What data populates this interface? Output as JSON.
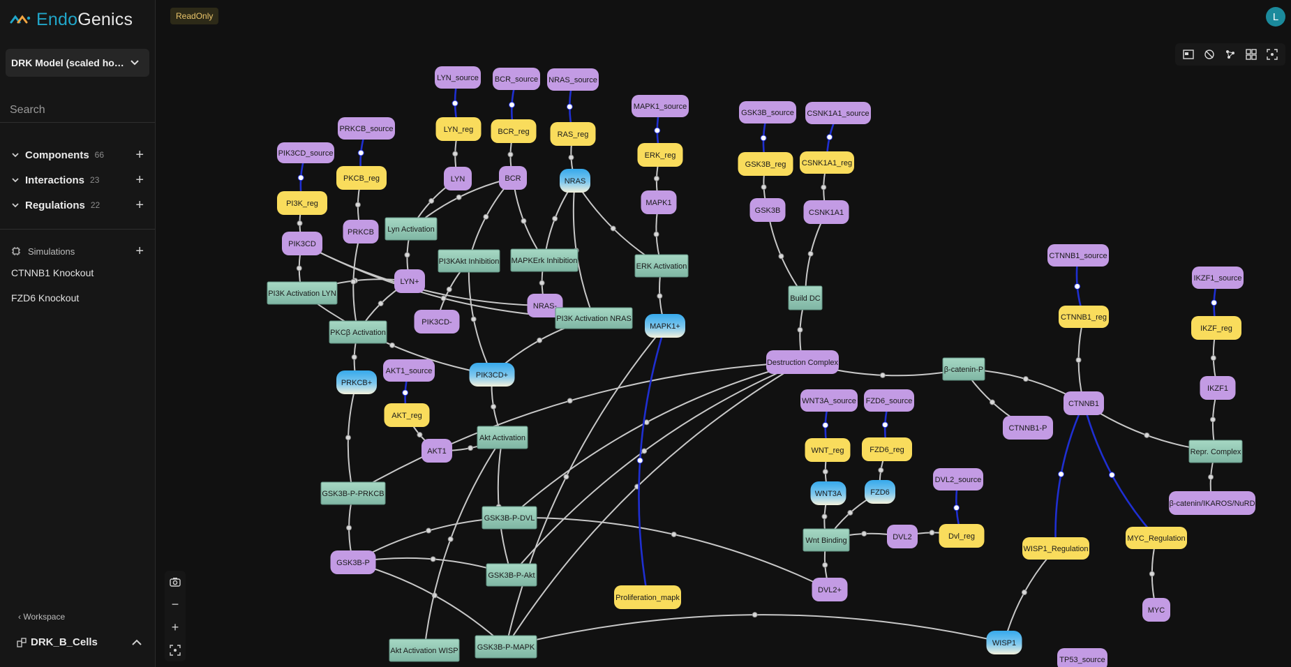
{
  "app": {
    "name_part1": "Endo",
    "name_part2": "Genics"
  },
  "model": {
    "selected": "DRK Model (scaled hours)"
  },
  "search": {
    "placeholder": "Search"
  },
  "sections": [
    {
      "label": "Components",
      "count": "66"
    },
    {
      "label": "Interactions",
      "count": "23"
    },
    {
      "label": "Regulations",
      "count": "22"
    }
  ],
  "simulations": {
    "label": "Simulations",
    "items": [
      "CTNNB1 Knockout",
      "FZD6 Knockout"
    ]
  },
  "workspace": {
    "back_label": "Workspace",
    "name": "DRK_B_Cells"
  },
  "topbar": {
    "badge": "ReadOnly",
    "avatar": "L"
  },
  "colors": {
    "accent": "#21a6c9",
    "source": "#c39be4",
    "species": "#c39be4",
    "regulator": "#f9dc5c",
    "interaction": "#8fc6b0",
    "active": "#4fb3e8",
    "edge": "#c8c8c8",
    "regulation_edge": "#1f2fd1"
  },
  "graph": {
    "nodes": [
      {
        "id": "LYN_source",
        "label": "LYN_source",
        "kind": "source"
      },
      {
        "id": "BCR_source",
        "label": "BCR_source",
        "kind": "source"
      },
      {
        "id": "NRAS_source",
        "label": "NRAS_source",
        "kind": "source"
      },
      {
        "id": "MAPK1_source",
        "label": "MAPK1_source",
        "kind": "source"
      },
      {
        "id": "GSK3B_source",
        "label": "GSK3B_source",
        "kind": "source"
      },
      {
        "id": "CSNK1A1_source",
        "label": "CSNK1A1_source",
        "kind": "source"
      },
      {
        "id": "PRKCB_source",
        "label": "PRKCB_source",
        "kind": "source"
      },
      {
        "id": "PIK3CD_source",
        "label": "PIK3CD_source",
        "kind": "source"
      },
      {
        "id": "LYN_reg",
        "label": "LYN_reg",
        "kind": "regulator"
      },
      {
        "id": "BCR_reg",
        "label": "BCR_reg",
        "kind": "regulator"
      },
      {
        "id": "RAS_reg",
        "label": "RAS_reg",
        "kind": "regulator"
      },
      {
        "id": "ERK_reg",
        "label": "ERK_reg",
        "kind": "regulator"
      },
      {
        "id": "GSK3B_reg",
        "label": "GSK3B_reg",
        "kind": "regulator"
      },
      {
        "id": "CSNK1A1_reg",
        "label": "CSNK1A1_reg",
        "kind": "regulator"
      },
      {
        "id": "PKCB_reg",
        "label": "PKCB_reg",
        "kind": "regulator"
      },
      {
        "id": "PI3K_reg",
        "label": "PI3K_reg",
        "kind": "regulator"
      },
      {
        "id": "LYN",
        "label": "LYN",
        "kind": "species"
      },
      {
        "id": "BCR",
        "label": "BCR",
        "kind": "species"
      },
      {
        "id": "NRAS",
        "label": "NRAS",
        "kind": "active"
      },
      {
        "id": "MAPK1",
        "label": "MAPK1",
        "kind": "species"
      },
      {
        "id": "GSK3B",
        "label": "GSK3B",
        "kind": "species"
      },
      {
        "id": "CSNK1A1",
        "label": "CSNK1A1",
        "kind": "species"
      },
      {
        "id": "PRKCB",
        "label": "PRKCB",
        "kind": "species"
      },
      {
        "id": "PIK3CD",
        "label": "PIK3CD",
        "kind": "species"
      },
      {
        "id": "Lyn_Activation",
        "label": "Lyn Activation",
        "kind": "interaction"
      },
      {
        "id": "PI3KAkt_Inhibition",
        "label": "PI3KAkt Inhibition",
        "kind": "interaction"
      },
      {
        "id": "MAPKErk_Inhibition",
        "label": "MAPKErk Inhibition",
        "kind": "interaction"
      },
      {
        "id": "ERK_Activation",
        "label": "ERK Activation",
        "kind": "interaction"
      },
      {
        "id": "Build_DC",
        "label": "Build DC",
        "kind": "interaction"
      },
      {
        "id": "PI3K_Activation_LYN",
        "label": "PI3K Activation LYN",
        "kind": "interaction"
      },
      {
        "id": "LYN+",
        "label": "LYN+",
        "kind": "species"
      },
      {
        "id": "NRAS-",
        "label": "NRAS-",
        "kind": "species"
      },
      {
        "id": "PI3K_Activation_NRAS",
        "label": "PI3K Activation NRAS",
        "kind": "interaction"
      },
      {
        "id": "PIK3CD-",
        "label": "PIK3CD-",
        "kind": "species"
      },
      {
        "id": "PKCb_Activation",
        "label": "PKCβ Activation",
        "kind": "interaction"
      },
      {
        "id": "MAPK1+",
        "label": "MAPK1+",
        "kind": "active"
      },
      {
        "id": "Destruction_Complex",
        "label": "Destruction Complex",
        "kind": "species"
      },
      {
        "id": "b-catenin-P",
        "label": "β-catenin-P",
        "kind": "interaction"
      },
      {
        "id": "CTNNB1_source",
        "label": "CTNNB1_source",
        "kind": "source"
      },
      {
        "id": "CTNNB1_reg",
        "label": "CTNNB1_reg",
        "kind": "regulator"
      },
      {
        "id": "IKZF1_source",
        "label": "IKZF1_source",
        "kind": "source"
      },
      {
        "id": "IKZF_reg",
        "label": "IKZF_reg",
        "kind": "regulator"
      },
      {
        "id": "PRKCB+",
        "label": "PRKCB+",
        "kind": "active"
      },
      {
        "id": "AKT1_source",
        "label": "AKT1_source",
        "kind": "source"
      },
      {
        "id": "PIK3CD+",
        "label": "PIK3CD+",
        "kind": "active"
      },
      {
        "id": "AKT_reg",
        "label": "AKT_reg",
        "kind": "regulator"
      },
      {
        "id": "AKT1",
        "label": "AKT1",
        "kind": "species"
      },
      {
        "id": "Akt_Activation",
        "label": "Akt Activation",
        "kind": "interaction"
      },
      {
        "id": "WNT3A_source",
        "label": "WNT3A_source",
        "kind": "source"
      },
      {
        "id": "FZD6_source",
        "label": "FZD6_source",
        "kind": "source"
      },
      {
        "id": "CTNNB1",
        "label": "CTNNB1",
        "kind": "species"
      },
      {
        "id": "CTNNB1-P",
        "label": "CTNNB1-P",
        "kind": "species"
      },
      {
        "id": "IKZF1",
        "label": "IKZF1",
        "kind": "species"
      },
      {
        "id": "Repr_Complex",
        "label": "Repr. Complex",
        "kind": "interaction"
      },
      {
        "id": "b-catenin_IKAROS_NuRD",
        "label": "β-catenin/IKAROS/NuRD",
        "kind": "species"
      },
      {
        "id": "WNT_reg",
        "label": "WNT_reg",
        "kind": "regulator"
      },
      {
        "id": "FZD6_reg",
        "label": "FZD6_reg",
        "kind": "regulator"
      },
      {
        "id": "WNT3A",
        "label": "WNT3A",
        "kind": "active"
      },
      {
        "id": "FZD6",
        "label": "FZD6",
        "kind": "active"
      },
      {
        "id": "DVL2_source",
        "label": "DVL2_source",
        "kind": "source"
      },
      {
        "id": "Dvl_reg",
        "label": "Dvl_reg",
        "kind": "regulator"
      },
      {
        "id": "DVL2",
        "label": "DVL2",
        "kind": "species"
      },
      {
        "id": "Wnt_Binding",
        "label": "Wnt Binding",
        "kind": "interaction"
      },
      {
        "id": "DVL2+",
        "label": "DVL2+",
        "kind": "species"
      },
      {
        "id": "GSK3B-P-PRKCB",
        "label": "GSK3B-P-PRKCB",
        "kind": "interaction"
      },
      {
        "id": "GSK3B-P-DVL",
        "label": "GSK3B-P-DVL",
        "kind": "interaction"
      },
      {
        "id": "GSK3B-P",
        "label": "GSK3B-P",
        "kind": "species"
      },
      {
        "id": "GSK3B-P-Akt",
        "label": "GSK3B-P-Akt",
        "kind": "interaction"
      },
      {
        "id": "Proliferation_mapk",
        "label": "Proliferation_mapk",
        "kind": "regulator"
      },
      {
        "id": "WISP1_Regulation",
        "label": "WISP1_Regulation",
        "kind": "regulator"
      },
      {
        "id": "MYC_Regulation",
        "label": "MYC_Regulation",
        "kind": "regulator"
      },
      {
        "id": "MYC",
        "label": "MYC",
        "kind": "species"
      },
      {
        "id": "Akt_Activation_WISP",
        "label": "Akt Activation WISP",
        "kind": "interaction"
      },
      {
        "id": "GSK3B-P-MAPK",
        "label": "GSK3B-P-MAPK",
        "kind": "interaction"
      },
      {
        "id": "WISP1",
        "label": "WISP1",
        "kind": "active"
      },
      {
        "id": "TP53_source",
        "label": "TP53_source",
        "kind": "source"
      }
    ],
    "edges": [
      [
        "LYN_source",
        "LYN_reg",
        "reg"
      ],
      [
        "BCR_source",
        "BCR_reg",
        "reg"
      ],
      [
        "NRAS_source",
        "RAS_reg",
        "reg"
      ],
      [
        "MAPK1_source",
        "ERK_reg",
        "reg"
      ],
      [
        "GSK3B_source",
        "GSK3B_reg",
        "reg"
      ],
      [
        "CSNK1A1_source",
        "CSNK1A1_reg",
        "reg"
      ],
      [
        "PRKCB_source",
        "PKCB_reg",
        "reg"
      ],
      [
        "PIK3CD_source",
        "PI3K_reg",
        "reg"
      ],
      [
        "CTNNB1_source",
        "CTNNB1_reg",
        "reg"
      ],
      [
        "IKZF1_source",
        "IKZF_reg",
        "reg"
      ],
      [
        "AKT1_source",
        "AKT_reg",
        "reg"
      ],
      [
        "WNT3A_source",
        "WNT_reg",
        "reg"
      ],
      [
        "FZD6_source",
        "FZD6_reg",
        "reg"
      ],
      [
        "DVL2_source",
        "Dvl_reg",
        "reg"
      ],
      [
        "LYN_reg",
        "LYN",
        "flow"
      ],
      [
        "BCR_reg",
        "BCR",
        "flow"
      ],
      [
        "RAS_reg",
        "NRAS",
        "flow"
      ],
      [
        "ERK_reg",
        "MAPK1",
        "flow"
      ],
      [
        "GSK3B_reg",
        "GSK3B",
        "flow"
      ],
      [
        "CSNK1A1_reg",
        "CSNK1A1",
        "flow"
      ],
      [
        "PKCB_reg",
        "PRKCB",
        "flow"
      ],
      [
        "PI3K_reg",
        "PIK3CD",
        "flow"
      ],
      [
        "CTNNB1_reg",
        "CTNNB1",
        "flow"
      ],
      [
        "IKZF_reg",
        "IKZF1",
        "flow"
      ],
      [
        "AKT_reg",
        "AKT1",
        "flow"
      ],
      [
        "WNT_reg",
        "WNT3A",
        "flow"
      ],
      [
        "FZD6_reg",
        "FZD6",
        "flow"
      ],
      [
        "Dvl_reg",
        "DVL2",
        "flow"
      ],
      [
        "LYN",
        "Lyn_Activation",
        "flow"
      ],
      [
        "BCR",
        "Lyn_Activation",
        "flow"
      ],
      [
        "Lyn_Activation",
        "LYN+",
        "flow"
      ],
      [
        "BCR",
        "PI3KAkt_Inhibition",
        "flow"
      ],
      [
        "BCR",
        "MAPKErk_Inhibition",
        "flow"
      ],
      [
        "NRAS",
        "MAPKErk_Inhibition",
        "flow"
      ],
      [
        "NRAS",
        "ERK_Activation",
        "flow"
      ],
      [
        "MAPK1",
        "ERK_Activation",
        "flow"
      ],
      [
        "NRAS",
        "PI3K_Activation_NRAS",
        "flow"
      ],
      [
        "PIK3CD",
        "PI3K_Activation_LYN",
        "flow"
      ],
      [
        "LYN+",
        "PI3K_Activation_LYN",
        "flow"
      ],
      [
        "PIK3CD",
        "NRAS-",
        "flow"
      ],
      [
        "PI3KAkt_Inhibition",
        "PIK3CD-",
        "flow"
      ],
      [
        "MAPKErk_Inhibition",
        "NRAS-",
        "flow"
      ],
      [
        "PI3K_Activation_NRAS",
        "PIK3CD+",
        "flow"
      ],
      [
        "PI3K_Activation_LYN",
        "PIK3CD+",
        "flow"
      ],
      [
        "PRKCB",
        "PKCb_Activation",
        "flow"
      ],
      [
        "LYN+",
        "PKCb_Activation",
        "flow"
      ],
      [
        "PKCb_Activation",
        "PRKCB+",
        "flow"
      ],
      [
        "ERK_Activation",
        "MAPK1+",
        "flow"
      ],
      [
        "GSK3B",
        "Build_DC",
        "flow"
      ],
      [
        "CSNK1A1",
        "Build_DC",
        "flow"
      ],
      [
        "Build_DC",
        "Destruction_Complex",
        "flow"
      ],
      [
        "Destruction_Complex",
        "b-catenin-P",
        "flow"
      ],
      [
        "CTNNB1",
        "b-catenin-P",
        "flow"
      ],
      [
        "b-catenin-P",
        "CTNNB1-P",
        "flow"
      ],
      [
        "CTNNB1",
        "Repr_Complex",
        "flow"
      ],
      [
        "IKZF1",
        "Repr_Complex",
        "flow"
      ],
      [
        "Repr_Complex",
        "b-catenin_IKAROS_NuRD",
        "flow"
      ],
      [
        "PIK3CD+",
        "Akt_Activation",
        "flow"
      ],
      [
        "AKT1",
        "Akt_Activation",
        "flow"
      ],
      [
        "PRKCB+",
        "GSK3B-P-PRKCB",
        "flow"
      ],
      [
        "GSK3B-P-PRKCB",
        "GSK3B-P",
        "flow"
      ],
      [
        "Destruction_Complex",
        "GSK3B-P-PRKCB",
        "flow"
      ],
      [
        "Destruction_Complex",
        "GSK3B-P-DVL",
        "flow"
      ],
      [
        "Destruction_Complex",
        "GSK3B-P-Akt",
        "flow"
      ],
      [
        "Destruction_Complex",
        "GSK3B-P-MAPK",
        "flow"
      ],
      [
        "GSK3B-P-DVL",
        "GSK3B-P",
        "flow"
      ],
      [
        "GSK3B-P-Akt",
        "GSK3B-P",
        "flow"
      ],
      [
        "GSK3B-P-MAPK",
        "GSK3B-P",
        "flow"
      ],
      [
        "WNT3A",
        "Wnt_Binding",
        "flow"
      ],
      [
        "FZD6",
        "Wnt_Binding",
        "flow"
      ],
      [
        "DVL2",
        "Wnt_Binding",
        "flow"
      ],
      [
        "Wnt_Binding",
        "DVL2+",
        "flow"
      ],
      [
        "DVL2+",
        "GSK3B-P-DVL",
        "flow"
      ],
      [
        "MAPK1+",
        "Proliferation_mapk",
        "reg"
      ],
      [
        "CTNNB1",
        "WISP1_Regulation",
        "reg"
      ],
      [
        "CTNNB1",
        "MYC_Regulation",
        "reg"
      ],
      [
        "MYC_Regulation",
        "MYC",
        "flow"
      ],
      [
        "WISP1_Regulation",
        "WISP1",
        "flow"
      ],
      [
        "WISP1",
        "GSK3B-P-MAPK",
        "flow"
      ],
      [
        "Akt_Activation",
        "Akt_Activation_WISP",
        "flow"
      ],
      [
        "MAPK1+",
        "GSK3B-P-MAPK",
        "flow"
      ],
      [
        "Akt_Activation",
        "GSK3B-P-Akt",
        "flow"
      ],
      [
        "PI3KAkt_Inhibition",
        "PIK3CD+",
        "flow"
      ],
      [
        "PIK3CD",
        "PI3K_Activation_NRAS",
        "flow"
      ]
    ]
  }
}
